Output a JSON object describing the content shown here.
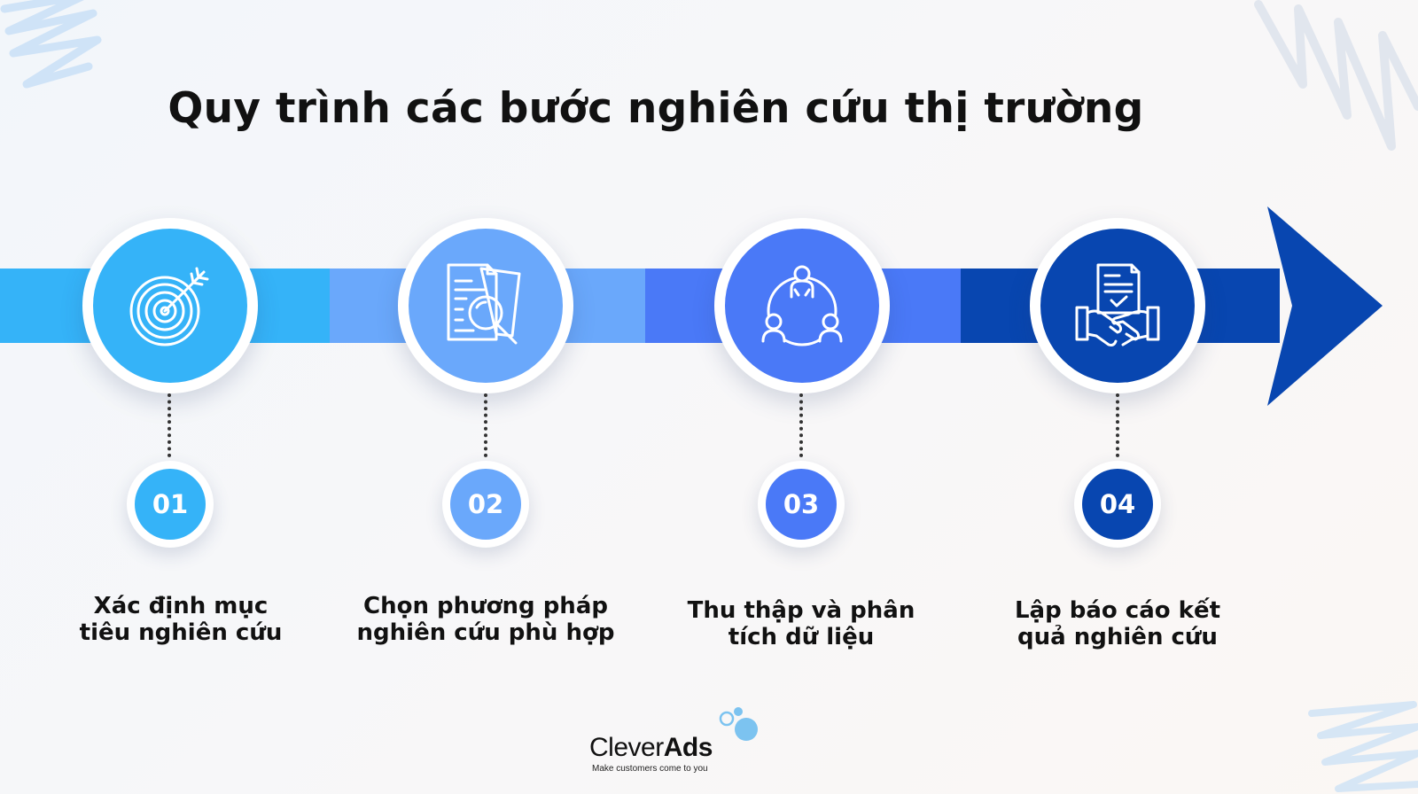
{
  "title": "Quy trình các bước nghiên cứu thị trường",
  "colors": {
    "step1": "#35b3f8",
    "step2": "#6aa8fb",
    "step3": "#4a79f7",
    "step4": "#0846b0"
  },
  "steps": [
    {
      "number": "01",
      "line1": "Xác định mục",
      "line2": "tiêu nghiên cứu",
      "icon": "target-icon"
    },
    {
      "number": "02",
      "line1": "Chọn phương pháp",
      "line2": "nghiên cứu phù hợp",
      "icon": "document-search-icon"
    },
    {
      "number": "03",
      "line1": "Thu thập và phân",
      "line2": "tích dữ liệu",
      "icon": "team-network-icon"
    },
    {
      "number": "04",
      "line1": "Lập báo cáo kết",
      "line2": "quả nghiên cứu",
      "icon": "contract-handshake-icon"
    }
  ],
  "logo": {
    "name_regular": "Clever",
    "name_bold": "Ads",
    "tagline": "Make customers come to you"
  }
}
